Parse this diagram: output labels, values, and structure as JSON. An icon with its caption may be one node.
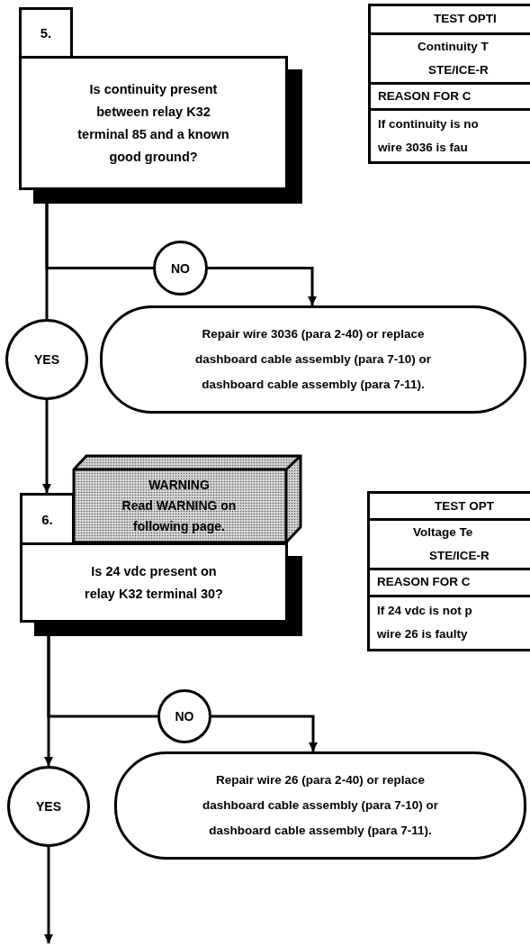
{
  "diagram": {
    "nodes": [
      {
        "text": [
          "5."
        ]
      },
      {
        "text": [
          "Is continuity present between relay K32 terminal 85 and a known good ground?"
        ]
      },
      {
        "text": [
          "TEST OPTI",
          "Continuity T",
          "STE/ICE-R",
          "REASON FOR C",
          "If continuity is no",
          "wire 3036 is fau"
        ]
      },
      {
        "text": [
          "NO"
        ]
      },
      {
        "text": [
          "Repair wire 3036 (para 2-40) or replace dashboard cable assembly (para 7-10) or dashboard cable assembly (para 7-11)."
        ]
      },
      {
        "text": [
          "YES"
        ]
      },
      {
        "text": [
          "6."
        ]
      },
      {
        "text": [
          "WARNING",
          "Read WARNING on following page."
        ]
      },
      {
        "text": [
          "Is 24 vdc present on relay K32 terminal 30?"
        ]
      },
      {
        "text": [
          "TEST OPT",
          "Voltage Te",
          "STE/ICE-R",
          "REASON FOR C",
          "If 24 vdc is not p",
          "wire 26 is faulty"
        ]
      },
      {
        "text": [
          "NO"
        ]
      },
      {
        "text": [
          "Repair wire 26 (para 2-40) or replace dashboard cable assembly (para 7-10) or dashboard cable assembly (para 7-11)."
        ]
      },
      {
        "text": [
          "YES"
        ]
      }
    ],
    "edges": [
      {
        "from": 1,
        "to": 3,
        "arrow": "none"
      },
      {
        "from": 1,
        "to": 5,
        "arrow": "none"
      },
      {
        "from": 3,
        "to": 4,
        "arrow": "to"
      },
      {
        "from": 5,
        "to": 6,
        "arrow": "to"
      },
      {
        "from": 8,
        "to": 10,
        "arrow": "none"
      },
      {
        "from": 8,
        "to": 12,
        "arrow": "to"
      },
      {
        "from": 10,
        "to": 11,
        "arrow": "to"
      },
      {
        "from": 12,
        "to": null,
        "arrow": "to"
      }
    ]
  }
}
